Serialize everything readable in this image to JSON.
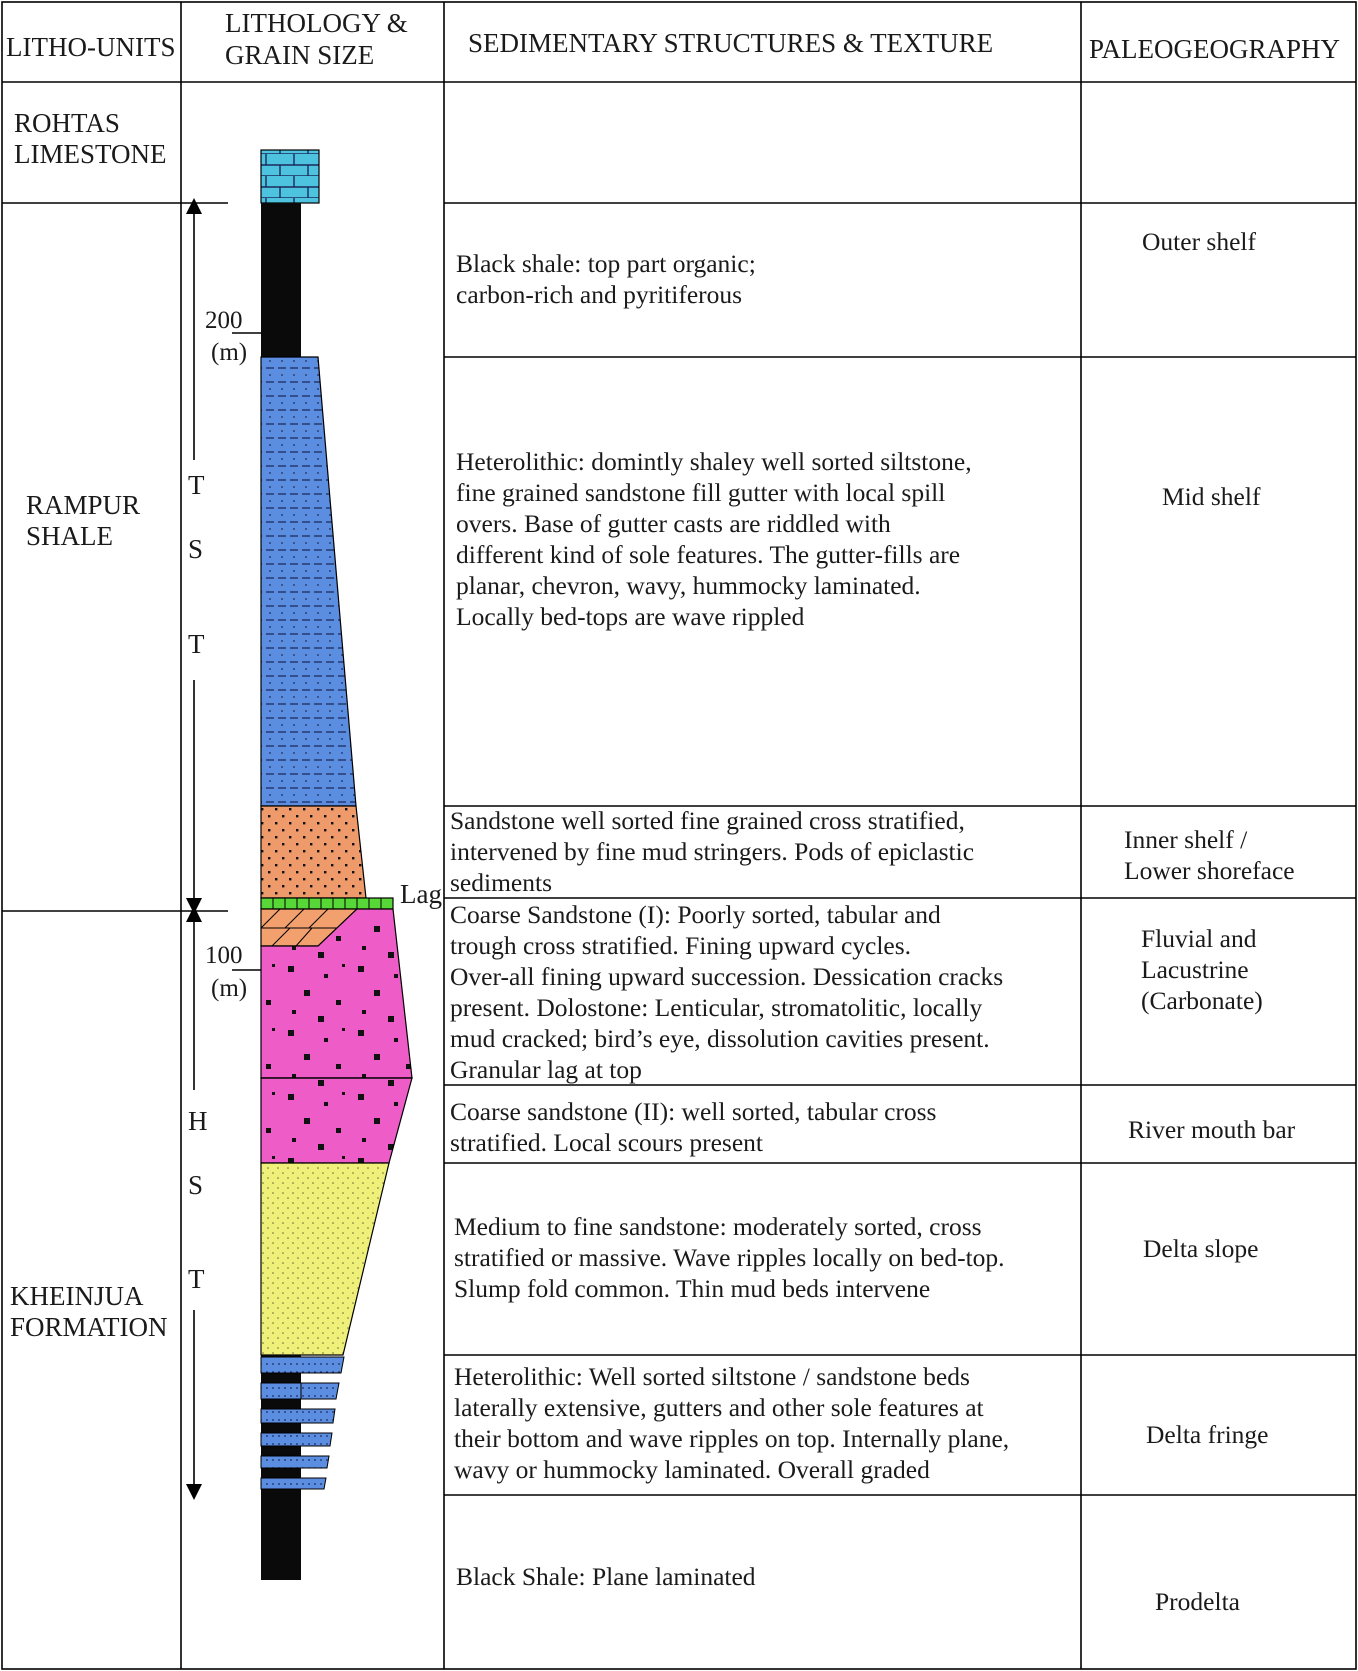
{
  "headers": {
    "litho_units": "LITHO-UNITS",
    "lithology_line1": "LITHOLOGY &",
    "lithology_line2": "GRAIN SIZE",
    "structures": "SEDIMENTARY STRUCTURES & TEXTURE",
    "paleogeography": "PALEOGEOGRAPHY"
  },
  "litho_units": {
    "rohtas": [
      "ROHTAS",
      "LIMESTONE"
    ],
    "rampur": [
      "RAMPUR",
      "SHALE"
    ],
    "kheinjua": [
      "KHEINJUA",
      "FORMATION"
    ]
  },
  "scale": {
    "upper_value": "200",
    "upper_unit": "(m)",
    "lower_value": "100",
    "lower_unit": "(m)"
  },
  "systems_tracts": {
    "tst_letters": [
      "T",
      "S",
      "T"
    ],
    "hst_letters": [
      "H",
      "S",
      "T"
    ]
  },
  "lag_label": "Lag",
  "rows": [
    {
      "id": "black-shale-top",
      "structures": [
        "Black shale: top part organic;",
        "carbon-rich and pyritiferous"
      ],
      "paleogeography": [
        "Outer shelf"
      ]
    },
    {
      "id": "heterolithic-upper",
      "structures": [
        "Heterolithic: domintly shaley well sorted siltstone,",
        "fine grained sandstone fill gutter with local spill",
        "overs. Base of gutter casts are riddled with",
        "different kind of sole features. The gutter-fills are",
        "planar, chevron, wavy, hummocky laminated.",
        "Locally bed-tops are wave rippled"
      ],
      "paleogeography": [
        "Mid shelf"
      ]
    },
    {
      "id": "sandstone-fine",
      "structures": [
        "Sandstone well sorted fine grained cross stratified,",
        "intervened by fine mud stringers. Pods of epiclastic",
        " sediments"
      ],
      "paleogeography": [
        "Inner shelf /",
        "Lower shoreface"
      ]
    },
    {
      "id": "coarse-sandstone-1",
      "structures": [
        "Coarse Sandstone (I): Poorly sorted, tabular and",
        "trough cross stratified. Fining upward cycles.",
        "Over-all fining upward succession. Dessication cracks",
        "present. Dolostone: Lenticular, stromatolitic, locally",
        "mud cracked; bird’s eye, dissolution cavities present.",
        "Granular lag at top"
      ],
      "paleogeography": [
        "Fluvial and",
        "Lacustrine",
        "(Carbonate)"
      ]
    },
    {
      "id": "coarse-sandstone-2",
      "structures": [
        "Coarse sandstone (II): well sorted, tabular cross",
        "stratified. Local scours present"
      ],
      "paleogeography": [
        "River mouth bar"
      ]
    },
    {
      "id": "medium-fine-sandstone",
      "structures": [
        "Medium to fine sandstone: moderately sorted, cross",
        "stratified or massive. Wave ripples locally on bed-top.",
        "Slump fold common. Thin mud beds intervene"
      ],
      "paleogeography": [
        "Delta slope"
      ]
    },
    {
      "id": "heterolithic-lower",
      "structures": [
        "Heterolithic: Well sorted siltstone / sandstone beds",
        "laterally extensive, gutters and other sole features at",
        "their bottom and wave ripples on top. Internally plane,",
        "wavy or hummocky laminated. Overall graded"
      ],
      "paleogeography": [
        "Delta fringe"
      ]
    },
    {
      "id": "black-shale-bottom",
      "structures": [
        "Black Shale: Plane laminated"
      ],
      "paleogeography": [
        "Prodelta"
      ]
    }
  ],
  "colors": {
    "limestone": "#4dc3e0",
    "black_shale": "#0a0a0a",
    "heterolithic": "#5b8de0",
    "fine_sandstone": "#ee9a6a",
    "lag": "#58d838",
    "dolostone": "#f2a06e",
    "coarse_sandstone": "#ee5cc8",
    "medium_sandstone": "#eef07a"
  }
}
